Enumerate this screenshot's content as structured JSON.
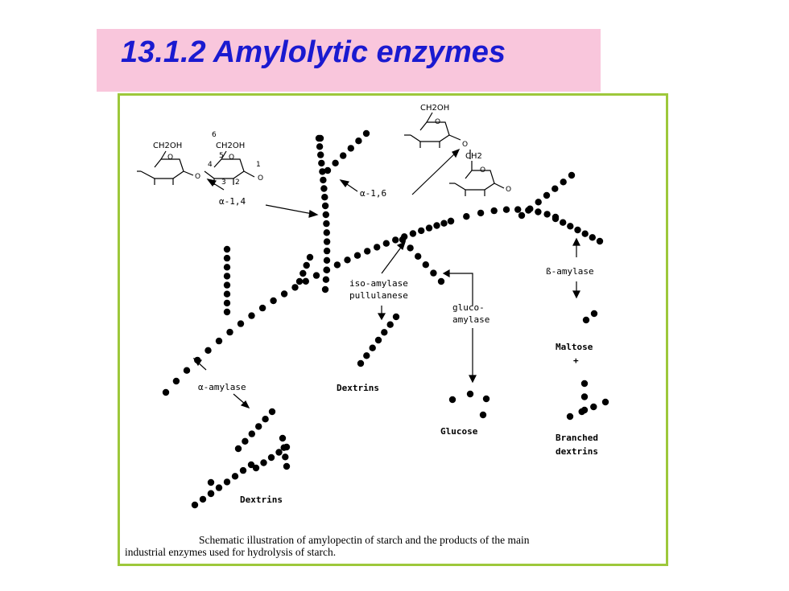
{
  "title": "13.1.2  Amylolytic enzymes",
  "diagram": {
    "chem": {
      "ch2oh": "CH2OH",
      "ch2": "CH2",
      "o": "O",
      "n6": "6",
      "n5": "5",
      "n4": "4",
      "n3": "3",
      "n2": "2",
      "n1": "1"
    },
    "bonds": {
      "alpha14": "α-1,4",
      "alpha16": "α-1,6"
    },
    "enzymes": {
      "iso_line1": "iso-amylase",
      "iso_line2": "pullulanese",
      "gluco_line1": "gluco-",
      "gluco_line2": "amylase",
      "beta": "ß-amylase",
      "alpha": "α-amylase"
    },
    "products": {
      "dextrins_center": "Dextrins",
      "glucose": "Glucose",
      "maltose": "Maltose",
      "plus": "+",
      "branched_line1": "Branched",
      "branched_line2": "dextrins",
      "dextrins_bottom": "Dextrins"
    },
    "caption_line1": "Schematic illustration of amylopectin of starch and the products of the main",
    "caption_line2": "industrial enzymes used for hydrolysis of starch."
  }
}
